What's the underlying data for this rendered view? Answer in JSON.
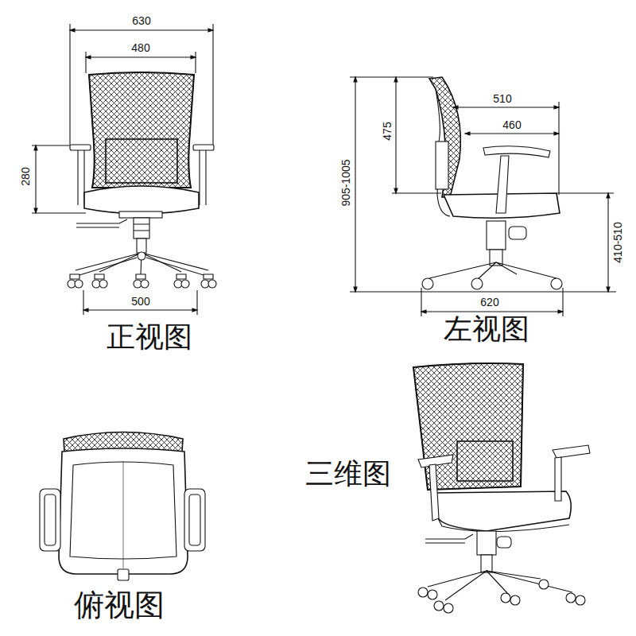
{
  "diagram": {
    "labels": [
      "630",
      "480",
      "280",
      "500",
      "正视图",
      "475",
      "510",
      "460",
      "905-1005",
      "410-510",
      "620",
      "左视图",
      "俯视图",
      "三维图"
    ]
  }
}
